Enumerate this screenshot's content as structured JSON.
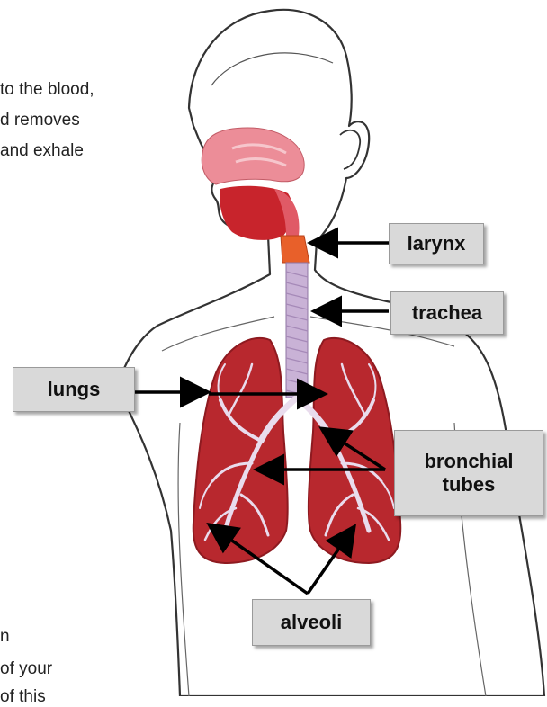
{
  "text_fragments": [
    "to the blood,",
    "d removes",
    "and exhale",
    "n",
    "of your",
    "of this"
  ],
  "labels": {
    "larynx": "larynx",
    "trachea": "trachea",
    "lungs": "lungs",
    "bronchial_line1": "bronchial",
    "bronchial_line2": "tubes",
    "alveoli": "alveoli"
  },
  "colors": {
    "lung": "#b8282e",
    "lung_dark": "#8e1a20",
    "bronchi": "#e9dced",
    "trachea": "#c9b2d6",
    "larynx": "#e8602a",
    "nasal": "#ec8d98",
    "skin_outline": "#333333",
    "label_bg": "#d9d9d9"
  }
}
